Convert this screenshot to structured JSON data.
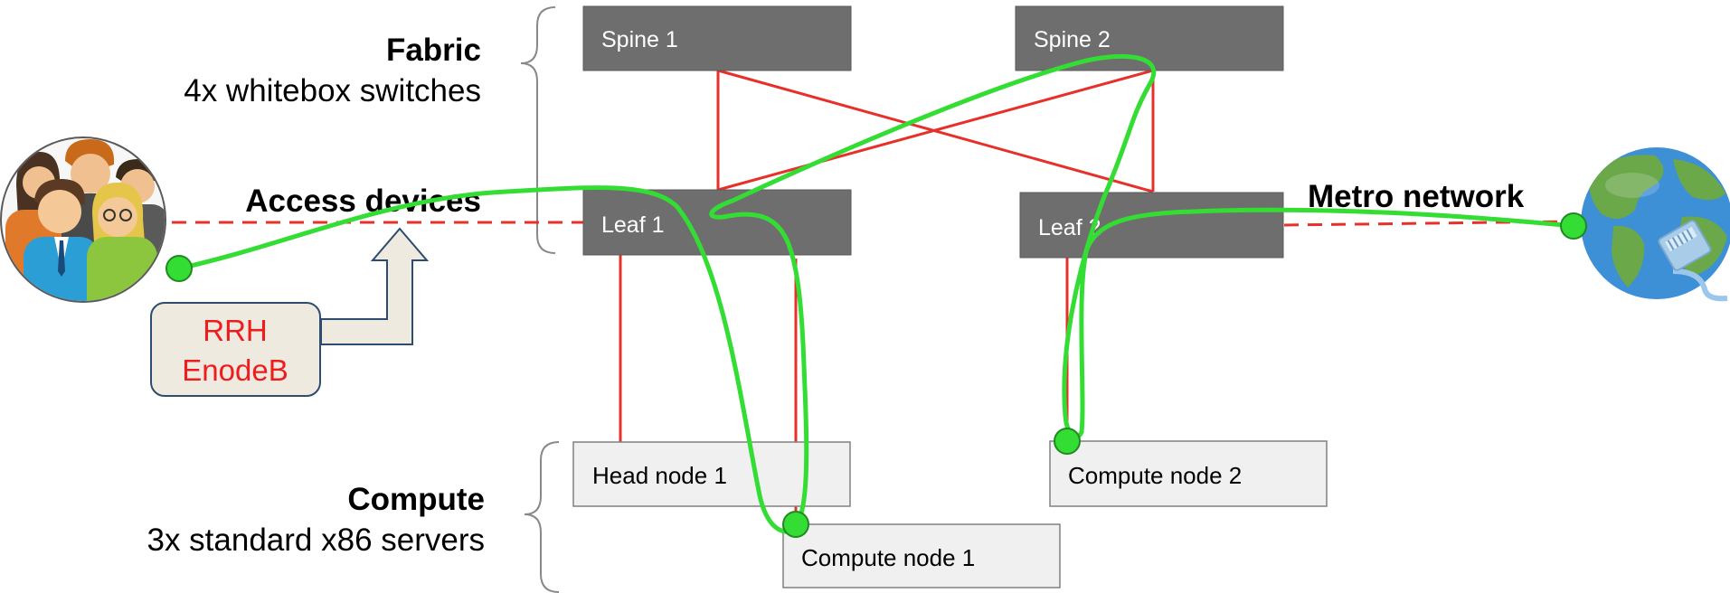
{
  "colors": {
    "switch_fill": "#6e6e6e",
    "server_fill": "#f0f0f0",
    "server_stroke": "#808080",
    "physical_link": "#e8302a",
    "traffic_path": "#33dd33",
    "rrh_text": "#ee1c1c",
    "rrh_fill": "#eeeae0",
    "rrh_stroke": "#2c4d6f"
  },
  "fabric": {
    "title": "Fabric",
    "subtitle": "4x whitebox switches"
  },
  "compute": {
    "title": "Compute",
    "subtitle": "3x standard x86 servers"
  },
  "labels": {
    "access_devices": "Access devices",
    "metro_network": "Metro network"
  },
  "switches": {
    "spine1": "Spine 1",
    "spine2": "Spine 2",
    "leaf1": "Leaf 1",
    "leaf2": "Leaf 2"
  },
  "servers": {
    "head1": "Head node 1",
    "compute1": "Compute node 1",
    "compute2": "Compute node 2"
  },
  "rrh": {
    "line1": "RRH",
    "line2": "EnodeB"
  },
  "icons": {
    "users": "users-group-icon",
    "globe": "globe-network-icon"
  }
}
